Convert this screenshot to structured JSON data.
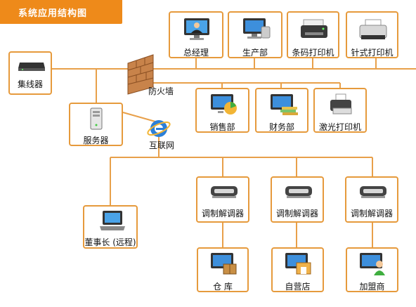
{
  "title": "系统应用结构图",
  "nodes": {
    "manager": "总经理",
    "production": "生产部",
    "barcode_printer": "条码打印机",
    "dot_printer": "针式打印机",
    "hub": "集线器",
    "firewall": "防火墙",
    "sales": "销售部",
    "finance": "财务部",
    "laser_printer": "激光打印机",
    "server": "服务器",
    "internet": "互联网",
    "modem_1": "调制解调器",
    "modem_2": "调制解调器",
    "modem_3": "调制解调器",
    "chairman": "董事长 (远程)",
    "warehouse": "仓  库",
    "own_store": "自营店",
    "franchisee": "加盟商"
  },
  "colors": {
    "accent": "#ee8a1a",
    "line": "#e69a3c",
    "box_border": "#e69a3c"
  }
}
